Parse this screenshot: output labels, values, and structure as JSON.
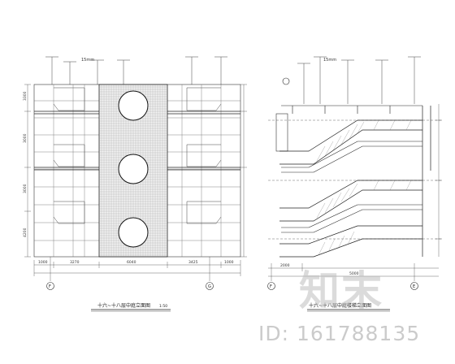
{
  "left_drawing": {
    "title": "十六~十八层中庭立面图",
    "title_sub": "1:50",
    "dims_top": "15mm",
    "dims_bottom": [
      "1000",
      "3270",
      "6040",
      "3425",
      "1000"
    ],
    "dims_side": [
      "3300",
      "3000",
      "3000",
      "4200"
    ],
    "grid_left": "F",
    "grid_right": "G"
  },
  "right_drawing": {
    "title": "十六~十八层中庭楼梯立面图",
    "title_sub": "1:50",
    "dims_top": "15mm",
    "dims_bottom": [
      "2000",
      "5000"
    ],
    "grid_left": "F",
    "grid_right": "E"
  },
  "watermark": {
    "brand": "知末",
    "id_text": "ID: 161788135"
  }
}
